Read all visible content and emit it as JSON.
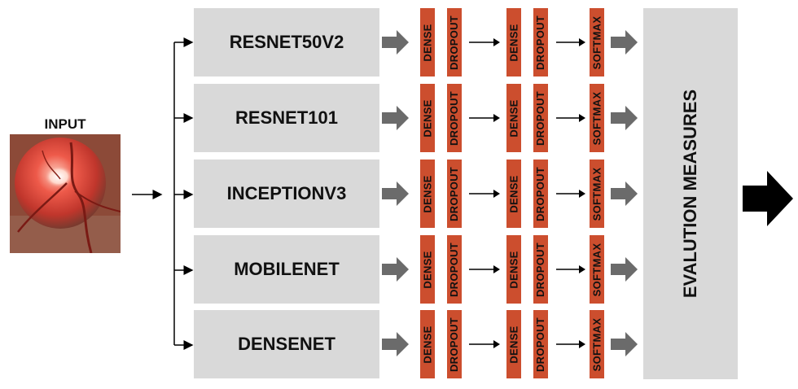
{
  "input": {
    "label": "INPUT",
    "image": "fundus-photograph"
  },
  "models": [
    {
      "name": "RESNET50V2"
    },
    {
      "name": "RESNET101"
    },
    {
      "name": "INCEPTIONV3"
    },
    {
      "name": "MOBILENET"
    },
    {
      "name": "DENSENET"
    }
  ],
  "head_layers": {
    "dense": "DENSE",
    "dropout": "DROPOUT",
    "softmax": "SOFTMAX"
  },
  "evaluation": {
    "label": "EVALUTION MEASURES"
  },
  "colors": {
    "box": "#d9d9d9",
    "layer": "#cc4e2e",
    "arrow_grey": "#6b6b6b",
    "arrow_dark": "#000000"
  }
}
